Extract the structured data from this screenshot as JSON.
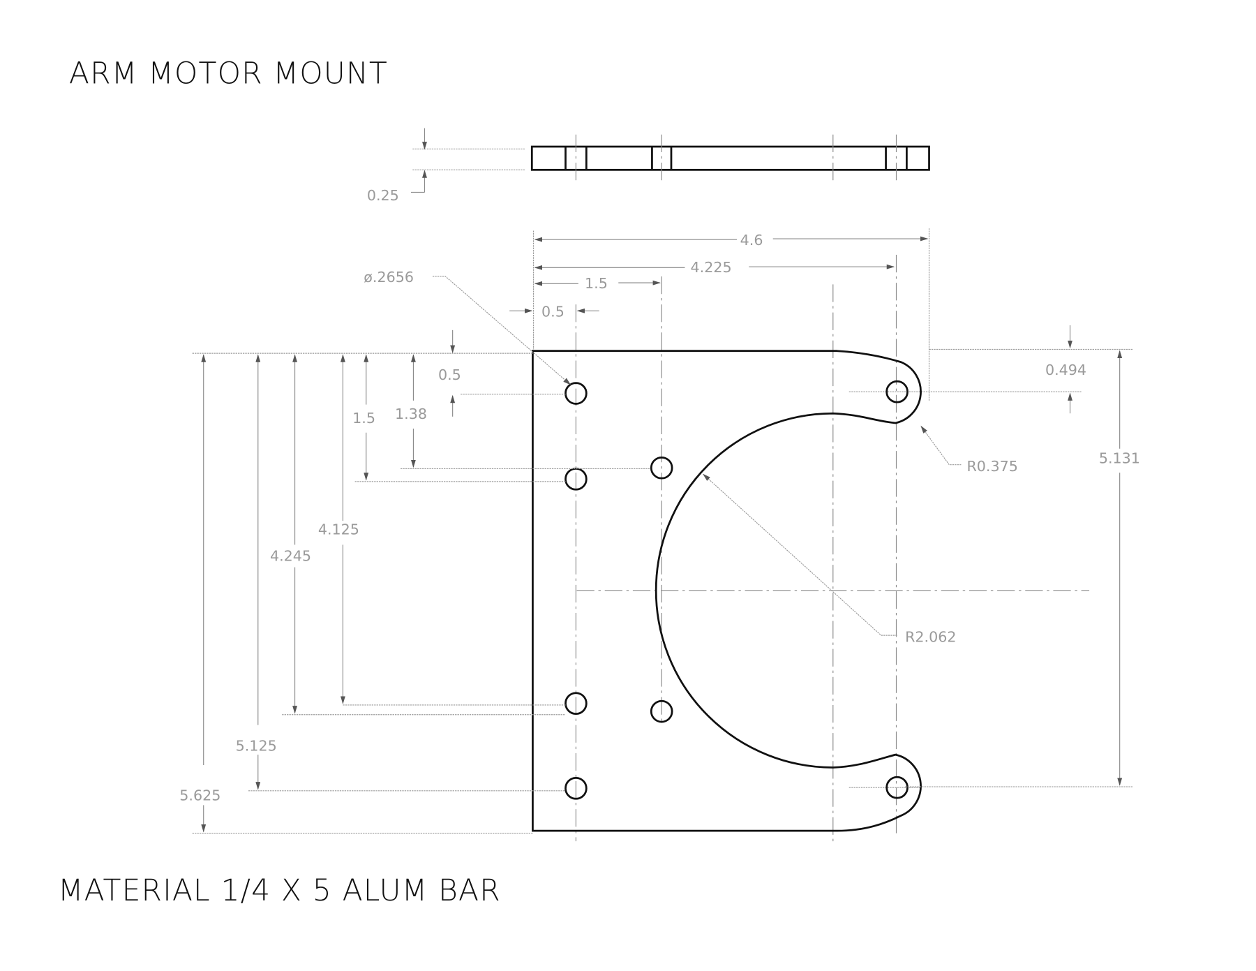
{
  "drawing": {
    "title": "ARM MOTOR MOUNT",
    "material_note": "MATERIAL 1/4 X 5 ALUM BAR"
  },
  "dimensions": {
    "thickness": "0.25",
    "overall_width": "4.6",
    "lobe_hole_x": "4.225",
    "inner_hole_x": "1.5",
    "edge_hole_x": "0.5",
    "hole_diameter": "ø.2656",
    "edge_hole_y": "0.5",
    "left_hole_2_y": "1.5",
    "inner_hole_1_y": "1.38",
    "inner_hole_2_y": "4.125",
    "left_hole_3_y": "4.245",
    "left_hole_4_y": "5.125",
    "overall_height": "5.625",
    "lobe_hole_offset": "0.494",
    "lobe_hole_spacing": "5.131",
    "lobe_radius": "R0.375",
    "motor_cutout_radius": "R2.062"
  }
}
